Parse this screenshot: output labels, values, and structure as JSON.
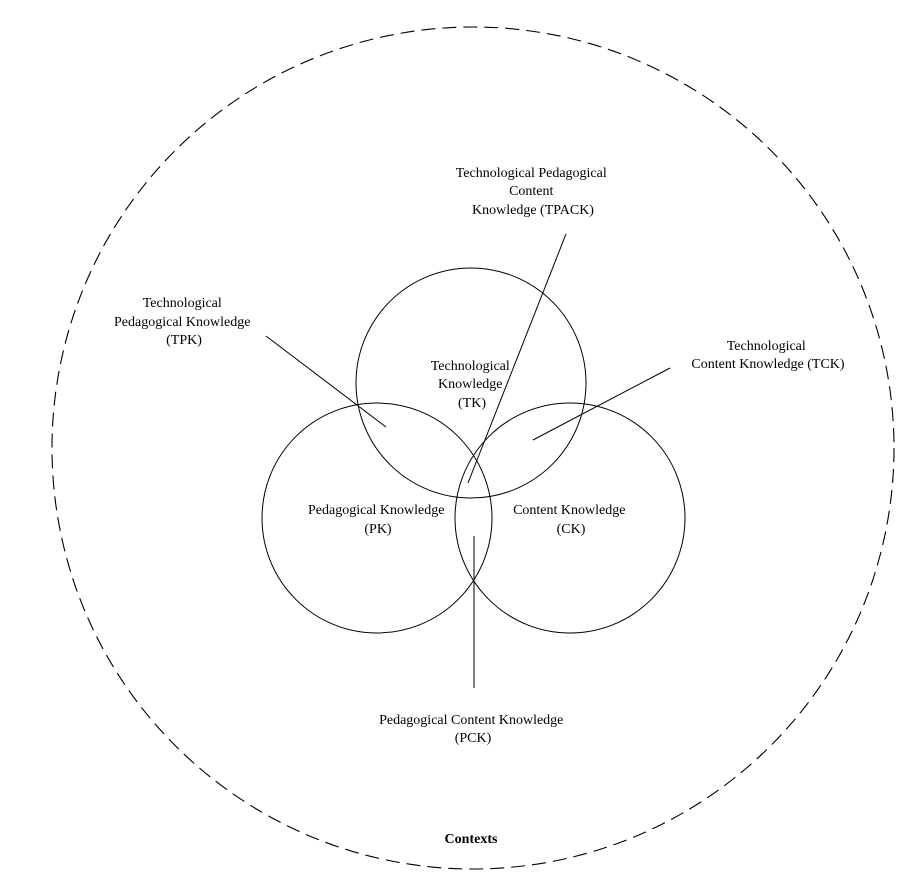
{
  "diagram": {
    "contexts": "Contexts",
    "tk": {
      "line1": "Technological",
      "line2": "Knowledge",
      "line3": "(TK)"
    },
    "pk": {
      "line1": "Pedagogical Knowledge",
      "line2": "(PK)"
    },
    "ck": {
      "line1": "Content Knowledge",
      "line2": "(CK)"
    },
    "tpack": {
      "line1": "Technological Pedagogical",
      "line2": "Content",
      "line3": "Knowledge (TPACK)"
    },
    "tpk": {
      "line1": "Technological",
      "line2": "Pedagogical Knowledge",
      "line3": "(TPK)"
    },
    "tck": {
      "line1": "Technological",
      "line2": "Content Knowledge (TCK)"
    },
    "pck": {
      "line1": "Pedagogical Content Knowledge",
      "line2": "(PCK)"
    }
  }
}
